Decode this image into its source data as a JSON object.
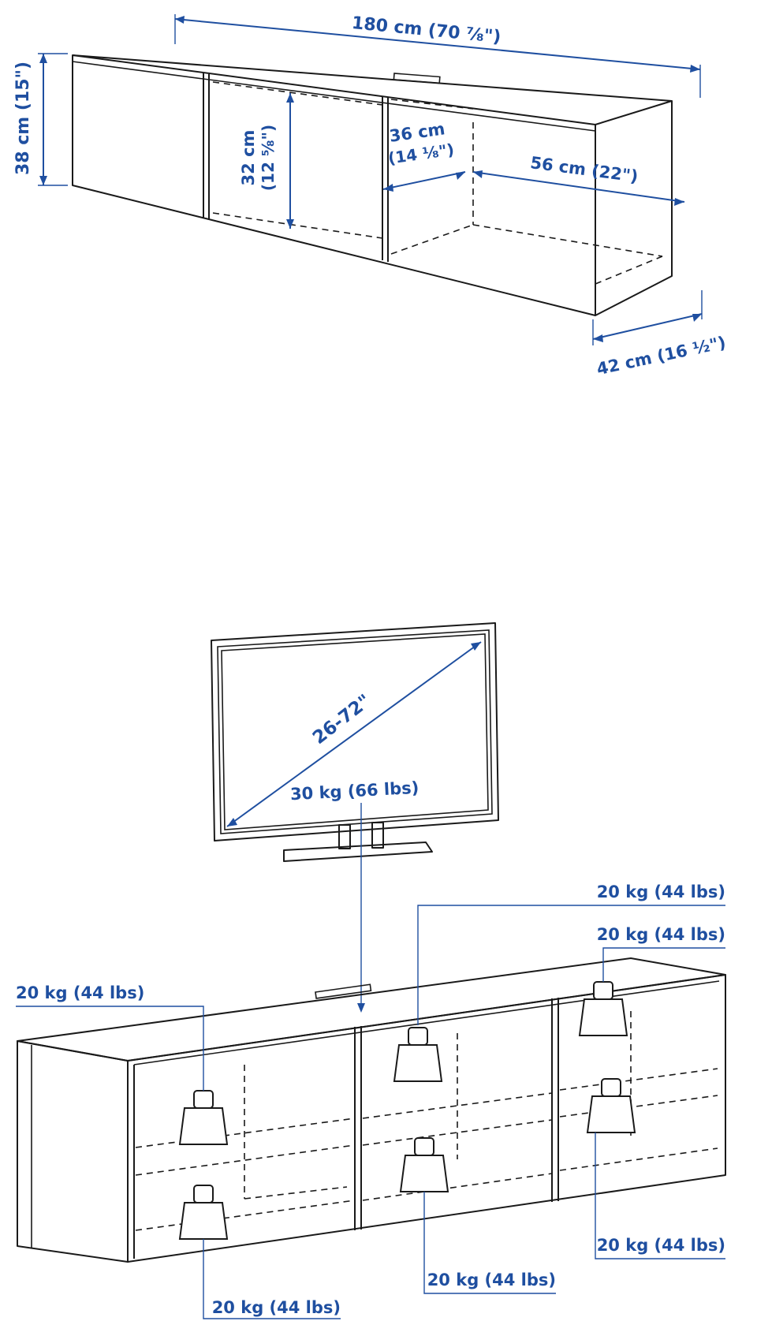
{
  "colors": {
    "dimension": "#1f4fa0",
    "line": "#1a1a1a",
    "background": "#ffffff"
  },
  "dimensions": {
    "width": "180 cm (70 ⅞\")",
    "height": "38 cm (15\")",
    "inner_height_cm": "32 cm",
    "inner_height_in": "(12 ⅝\")",
    "compartment_width_cm": "36 cm",
    "compartment_width_in": "(14 ⅛\")",
    "open_width": "56 cm (22\")",
    "depth": "42 cm (16 ½\")"
  },
  "tv": {
    "screen_size": "26-72\"",
    "max_weight": "30 kg (66 lbs)"
  },
  "loads": {
    "top_center": "20 kg (44 lbs)",
    "top_right": "20 kg (44 lbs)",
    "top_left": "20 kg (44 lbs)",
    "bottom_right": "20 kg (44 lbs)",
    "bottom_center": "20 kg (44 lbs)",
    "bottom_left": "20 kg (44 lbs)"
  }
}
